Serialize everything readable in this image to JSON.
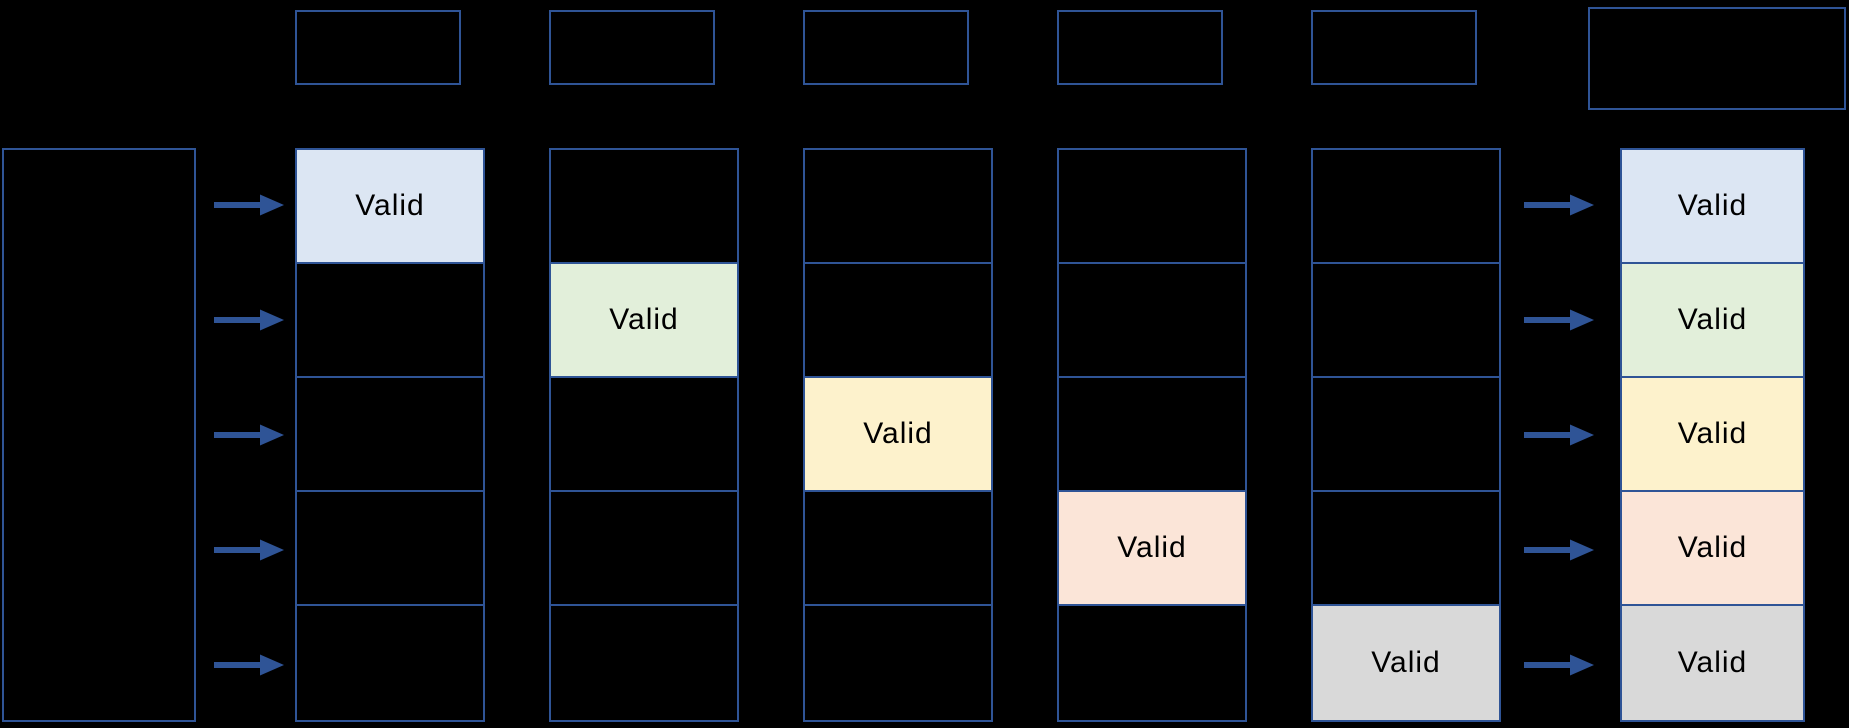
{
  "diagram": {
    "background": "#000000",
    "border_color": "#2F5496",
    "arrow_color": "#2F5496",
    "text_color": "#000000",
    "valid_label": "Valid",
    "cell_colors": {
      "blue": "#DCE6F3",
      "green": "#E2EFDA",
      "yellow": "#FDF2CC",
      "peach": "#FBE5D8",
      "gray": "#D9D9D9"
    },
    "left_box": {
      "label": ""
    },
    "top_boxes": [
      {
        "label": ""
      },
      {
        "label": ""
      },
      {
        "label": ""
      },
      {
        "label": ""
      },
      {
        "label": ""
      }
    ],
    "result_top_box": {
      "label": ""
    },
    "columns": [
      {
        "name": "column-1",
        "cells": [
          {
            "label": "Valid",
            "color": "blue"
          },
          {
            "label": ""
          },
          {
            "label": ""
          },
          {
            "label": ""
          },
          {
            "label": ""
          }
        ]
      },
      {
        "name": "column-2",
        "cells": [
          {
            "label": ""
          },
          {
            "label": "Valid",
            "color": "green"
          },
          {
            "label": ""
          },
          {
            "label": ""
          },
          {
            "label": ""
          }
        ]
      },
      {
        "name": "column-3",
        "cells": [
          {
            "label": ""
          },
          {
            "label": ""
          },
          {
            "label": "Valid",
            "color": "yellow"
          },
          {
            "label": ""
          },
          {
            "label": ""
          }
        ]
      },
      {
        "name": "column-4",
        "cells": [
          {
            "label": ""
          },
          {
            "label": ""
          },
          {
            "label": ""
          },
          {
            "label": "Valid",
            "color": "peach"
          },
          {
            "label": ""
          }
        ]
      },
      {
        "name": "column-5",
        "cells": [
          {
            "label": ""
          },
          {
            "label": ""
          },
          {
            "label": ""
          },
          {
            "label": ""
          },
          {
            "label": "Valid",
            "color": "gray"
          }
        ]
      },
      {
        "name": "result-column",
        "cells": [
          {
            "label": "Valid",
            "color": "blue"
          },
          {
            "label": "Valid",
            "color": "green"
          },
          {
            "label": "Valid",
            "color": "yellow"
          },
          {
            "label": "Valid",
            "color": "peach"
          },
          {
            "label": "Valid",
            "color": "gray"
          }
        ]
      }
    ],
    "left_arrow_count": 5,
    "right_arrow_count": 5
  }
}
